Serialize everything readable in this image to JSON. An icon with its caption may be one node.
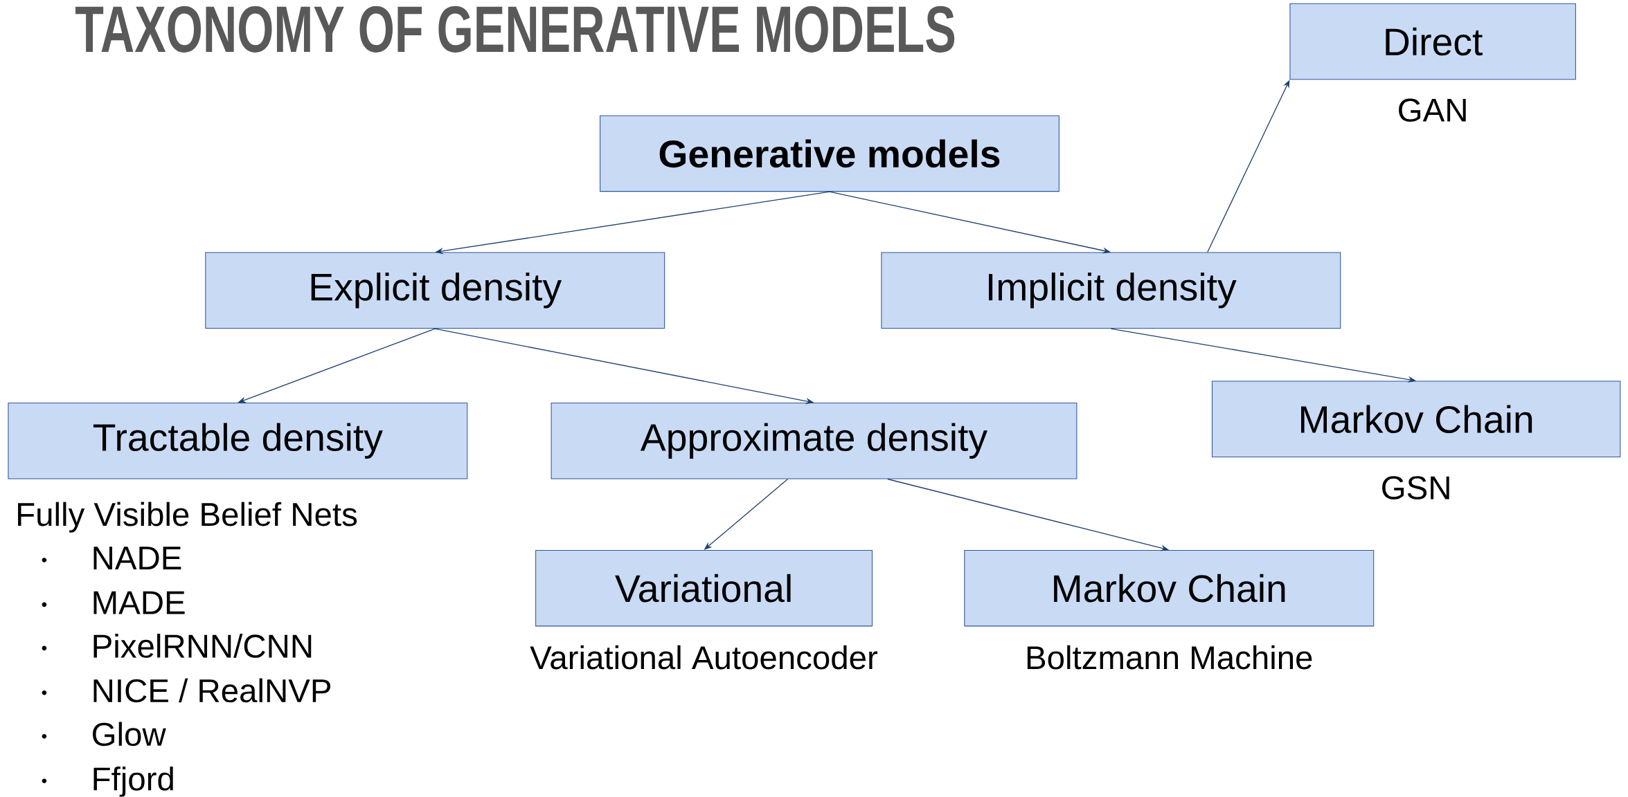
{
  "diagram": {
    "title": "TAXONOMY OF GENERATIVE MODELS",
    "nodes": [
      {
        "text": [
          "Generative models"
        ]
      },
      {
        "text": [
          "Explicit density"
        ]
      },
      {
        "text": [
          "Implicit density"
        ]
      },
      {
        "text": [
          "Direct"
        ],
        "beside": [
          "GAN"
        ]
      },
      {
        "text": [
          "Tractable density"
        ],
        "beside": [
          "Fully Visible Belief Nets",
          "NADE",
          "MADE",
          "PixelRNN/CNN",
          "NICE / RealNVP",
          "Glow",
          "Ffjord"
        ]
      },
      {
        "text": [
          "Approximate density"
        ]
      },
      {
        "text": [
          "Markov Chain"
        ],
        "beside": [
          "GSN"
        ]
      },
      {
        "text": [
          "Variational"
        ],
        "beside": [
          "Variational Autoencoder"
        ]
      },
      {
        "text": [
          "Markov Chain"
        ],
        "beside": [
          "Boltzmann Machine"
        ]
      }
    ],
    "edges": [
      {
        "from": 0,
        "to": 1,
        "arrow": "to"
      },
      {
        "from": 0,
        "to": 2,
        "arrow": "to"
      },
      {
        "from": 1,
        "to": 4,
        "arrow": "to"
      },
      {
        "from": 1,
        "to": 5,
        "arrow": "to"
      },
      {
        "from": 2,
        "to": 3,
        "arrow": "to"
      },
      {
        "from": 2,
        "to": 6,
        "arrow": "to"
      },
      {
        "from": 5,
        "to": 7,
        "arrow": "to"
      },
      {
        "from": 5,
        "to": 8,
        "arrow": "to"
      }
    ]
  }
}
